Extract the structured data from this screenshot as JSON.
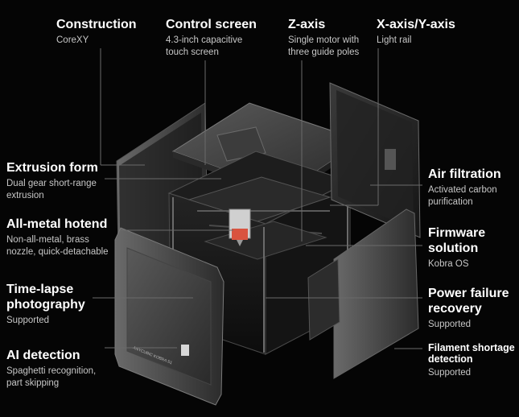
{
  "colors": {
    "background": "#050505",
    "title": "#ffffff",
    "description": "#c7c7c7",
    "hotend_accent": "#d9533f"
  },
  "product": {
    "brand_print": "ANYCUBIC KOBRA S1"
  },
  "specs": {
    "construction": {
      "title": "Construction",
      "desc": [
        "CoreXY"
      ]
    },
    "control_screen": {
      "title": "Control screen",
      "desc": [
        "4.3-inch capacitive",
        "touch screen"
      ]
    },
    "z_axis": {
      "title": "Z-axis",
      "desc": [
        "Single motor with",
        "three guide poles"
      ]
    },
    "xy_axis": {
      "title": "X-axis/Y-axis",
      "desc": [
        "Light rail"
      ]
    },
    "extrusion_form": {
      "title": "Extrusion form",
      "desc": [
        "Dual gear short-range",
        "extrusion"
      ]
    },
    "all_metal_hotend": {
      "title": "All-metal hotend",
      "desc": [
        "Non-all-metal, brass",
        "nozzle, quick-detachable"
      ]
    },
    "time_lapse": {
      "title": [
        "Time-lapse",
        "photography"
      ],
      "desc": [
        "Supported"
      ]
    },
    "ai_detection": {
      "title": "AI detection",
      "desc": [
        "Spaghetti recognition,",
        "part skipping"
      ]
    },
    "air_filtration": {
      "title": "Air filtration",
      "desc": [
        "Activated carbon",
        "purification"
      ]
    },
    "firmware": {
      "title": [
        "Firmware",
        "solution"
      ],
      "desc": [
        "Kobra OS"
      ]
    },
    "power_failure": {
      "title": [
        "Power failure",
        "recovery"
      ],
      "desc": [
        "Supported"
      ]
    },
    "filament_shortage": {
      "title": [
        "Filament shortage",
        "detection"
      ],
      "desc": [
        "Supported"
      ]
    }
  }
}
